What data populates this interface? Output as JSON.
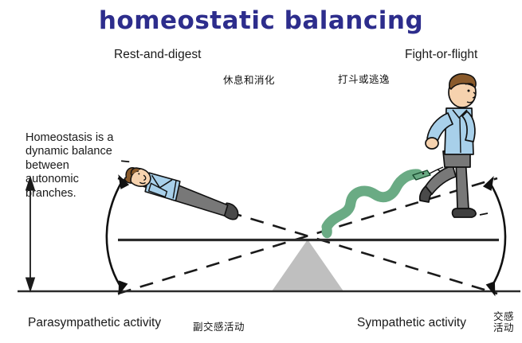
{
  "title": "homeostatic balancing",
  "labels": {
    "rest_en": "Rest-and-digest",
    "rest_cn": "休息和消化",
    "fight_en": "Fight-or-flight",
    "fight_cn": "打斗或逃逸",
    "parasympathetic_en": "Parasympathetic activity",
    "parasympathetic_cn": "副交感活动",
    "sympathetic_en": "Sympathetic activity",
    "sympathetic_cn_line1": "交感",
    "sympathetic_cn_line2": "活动"
  },
  "annotation": {
    "homeostasis_note": "Homeostasis is a dynamic balance between autonomic branches."
  },
  "figures": {
    "reclining_man": "reclining-man-figure",
    "running_man": "running-man-figure",
    "snake": "snake-figure",
    "fulcrum": "fulcrum-triangle",
    "beam": "balance-beam",
    "baseline": "ground-line",
    "left_arc_arrow": "left-curved-double-arrow",
    "right_arc_arrow": "right-curved-double-arrow",
    "vertical_arrow": "vertical-double-arrow",
    "tilt_lines": "dashed-tilt-lines"
  },
  "colors": {
    "title": "#2d2d8c",
    "shirt": "#a8d0ea",
    "pants": "#787878",
    "skin": "#f6d2ae",
    "hair": "#8a5a2b",
    "shoe": "#4a4a4a",
    "snake": "#6aab84",
    "fulcrum": "#bfbfbf",
    "line": "#1a1a1a"
  }
}
